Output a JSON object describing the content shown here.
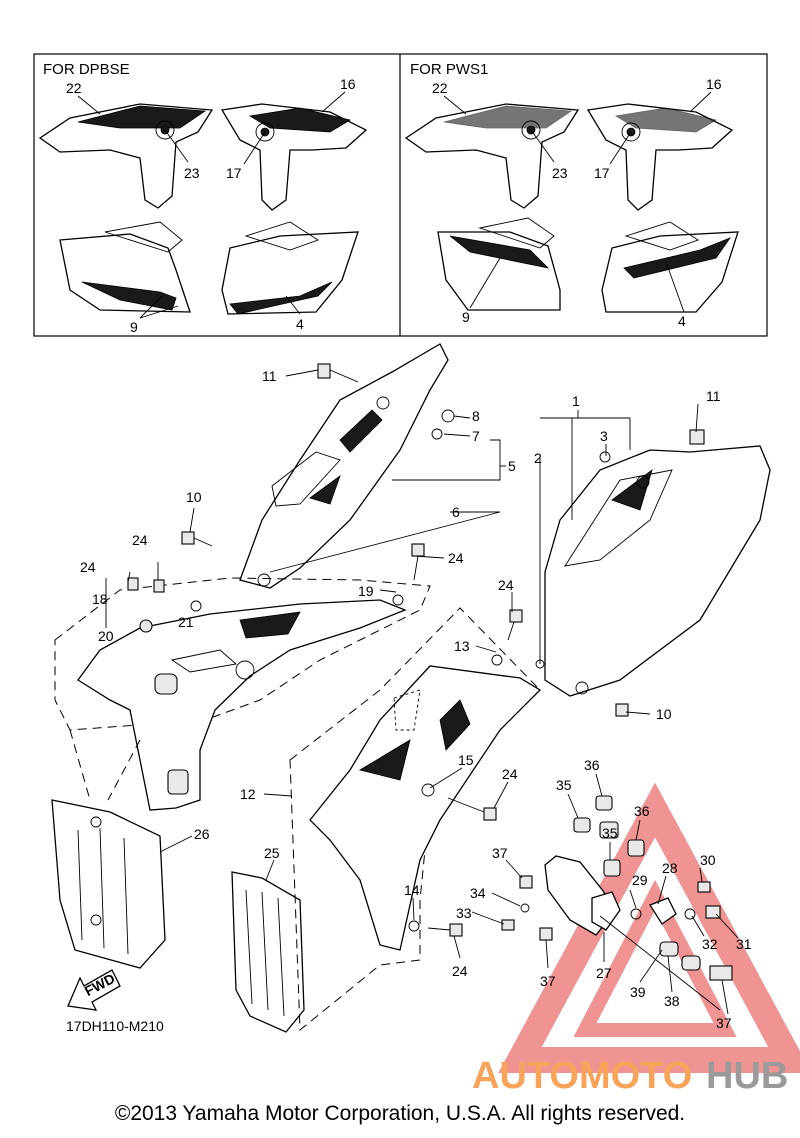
{
  "boxes": {
    "left_title": "FOR DPBSE",
    "right_title": "FOR PWS1"
  },
  "callouts": {
    "c1": "1",
    "c2": "2",
    "c3": "3",
    "c4": "4",
    "c4b": "4",
    "c5": "5",
    "c6": "6",
    "c7": "7",
    "c8": "8",
    "c9": "9",
    "c9b": "9",
    "c10": "10",
    "c10b": "10",
    "c11": "11",
    "c11b": "11",
    "c12": "12",
    "c13": "13",
    "c14": "14",
    "c15": "15",
    "c16": "16",
    "c16b": "16",
    "c17": "17",
    "c17b": "17",
    "c18": "18",
    "c19": "19",
    "c20": "20",
    "c21": "21",
    "c22": "22",
    "c22b": "22",
    "c23": "23",
    "c23b": "23",
    "c24a": "24",
    "c24b": "24",
    "c24c": "24",
    "c24d": "24",
    "c24e": "24",
    "c24f": "24",
    "c25": "25",
    "c26": "26",
    "c27": "27",
    "c28": "28",
    "c29": "29",
    "c30": "30",
    "c31": "31",
    "c32": "32",
    "c33": "33",
    "c34": "34",
    "c35a": "35",
    "c35b": "35",
    "c36a": "36",
    "c36b": "36",
    "c37a": "37",
    "c37b": "37",
    "c37c": "37",
    "c38": "38",
    "c39": "39"
  },
  "fwd_arrow_text": "FWD",
  "diagram_code": "17DH110-M210",
  "watermark": {
    "part1": "AUTOMOTO",
    "part2": "HUB",
    "color_orange": "#f7a35a",
    "color_grey": "#9a9a9a",
    "triangle_color": "#e23b3b"
  },
  "copyright": "©2013 Yamaha Motor Corporation, U.S.A. All rights reserved."
}
